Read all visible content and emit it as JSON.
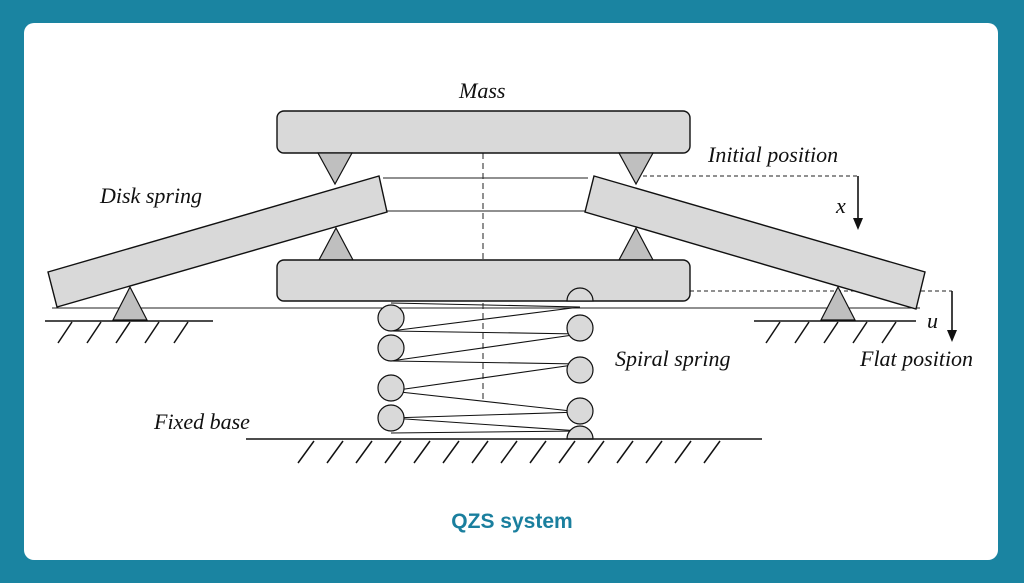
{
  "labels": {
    "mass": "Mass",
    "initial_position": "Initial position",
    "disk_spring": "Disk spring",
    "x": "x",
    "u": "u",
    "spiral_spring": "Spiral spring",
    "flat_position": "Flat position",
    "fixed_base": "Fixed base"
  },
  "caption": "QZS system",
  "colors": {
    "frame": "#1a84a1",
    "caption": "#1a7f9e",
    "part_fill": "#d9d9d9",
    "line": "#111111"
  }
}
